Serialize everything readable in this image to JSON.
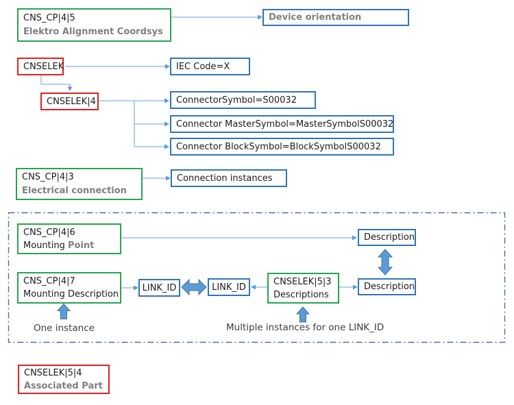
{
  "nodes": {
    "cns_cp_4_5": {
      "id": "CNS_CP|4|5",
      "label": "Elektro Alignment Coordsys"
    },
    "device_orientation": {
      "label": "Device orientation"
    },
    "cnselek": {
      "label": "CNSELEK"
    },
    "iec_code": {
      "label": "IEC Code=X"
    },
    "cnselek_4": {
      "label": "CNSELEK|4"
    },
    "connector_symbol": {
      "label": "ConnectorSymbol=S00032"
    },
    "connector_master_symbol": {
      "label": "Connector MasterSymbol=MasterSymbolS00032"
    },
    "connector_block_symbol": {
      "label": "Connector BlockSymbol=BlockSymbolS00032"
    },
    "cns_cp_4_3": {
      "id": "CNS_CP|4|3",
      "label": "Electrical connection"
    },
    "connection_instances": {
      "label": "Connection instances"
    },
    "cns_cp_4_6": {
      "id": "CNS_CP|4|6",
      "label_word1": "Mounting ",
      "label_word2": "Point"
    },
    "description_top": {
      "label": "Description"
    },
    "cns_cp_4_7": {
      "id": "CNS_CP|4|7",
      "label": "Mounting Description"
    },
    "link_id_left": {
      "label": "LINK_ID"
    },
    "link_id_right": {
      "label": "LINK_ID"
    },
    "cnselek_5_3": {
      "id": "CNSELEK|5|3",
      "label": "Descriptions"
    },
    "description_bottom": {
      "label": "Description"
    },
    "cnselek_5_4": {
      "id": "CNSELEK|5|4",
      "label": "Associated Part"
    }
  },
  "captions": {
    "one_instance": "One instance",
    "multiple_instances": "Multiple instances for one LINK_ID"
  },
  "colors": {
    "green_border": "#25a550",
    "red_border": "#e3201d",
    "blue_border": "#2e75b6",
    "connector_line": "#85b3e0",
    "arrowhead": "#5b9bd5",
    "block_arrow_fill": "#5b9bd5",
    "block_arrow_stroke": "#41719c",
    "dashed_frame": "#44719e",
    "text_primary": "#1b1b1b",
    "text_secondary": "#7f7f7f"
  }
}
